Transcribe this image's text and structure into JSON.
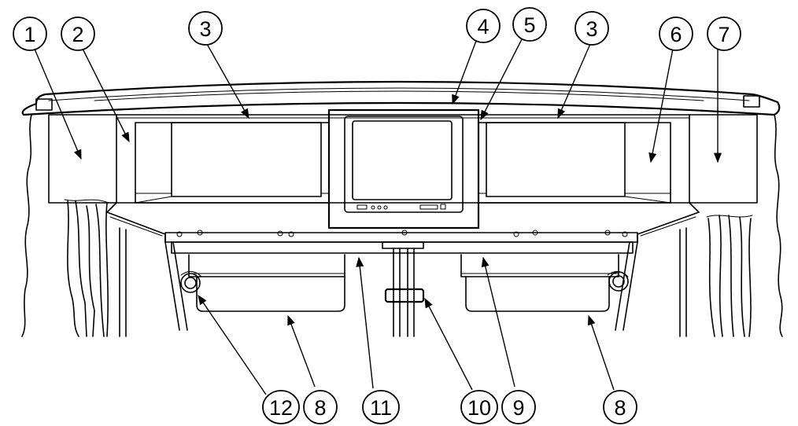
{
  "callouts": [
    {
      "id": "c1",
      "label": "1"
    },
    {
      "id": "c2",
      "label": "2"
    },
    {
      "id": "c3a",
      "label": "3"
    },
    {
      "id": "c4",
      "label": "4"
    },
    {
      "id": "c5",
      "label": "5"
    },
    {
      "id": "c3b",
      "label": "3"
    },
    {
      "id": "c6",
      "label": "6"
    },
    {
      "id": "c7",
      "label": "7"
    },
    {
      "id": "c12",
      "label": "12"
    },
    {
      "id": "c8a",
      "label": "8"
    },
    {
      "id": "c11",
      "label": "11"
    },
    {
      "id": "c10",
      "label": "10"
    },
    {
      "id": "c9",
      "label": "9"
    },
    {
      "id": "c8b",
      "label": "8"
    }
  ],
  "colors": {
    "line": "#000000",
    "background": "#ffffff"
  }
}
